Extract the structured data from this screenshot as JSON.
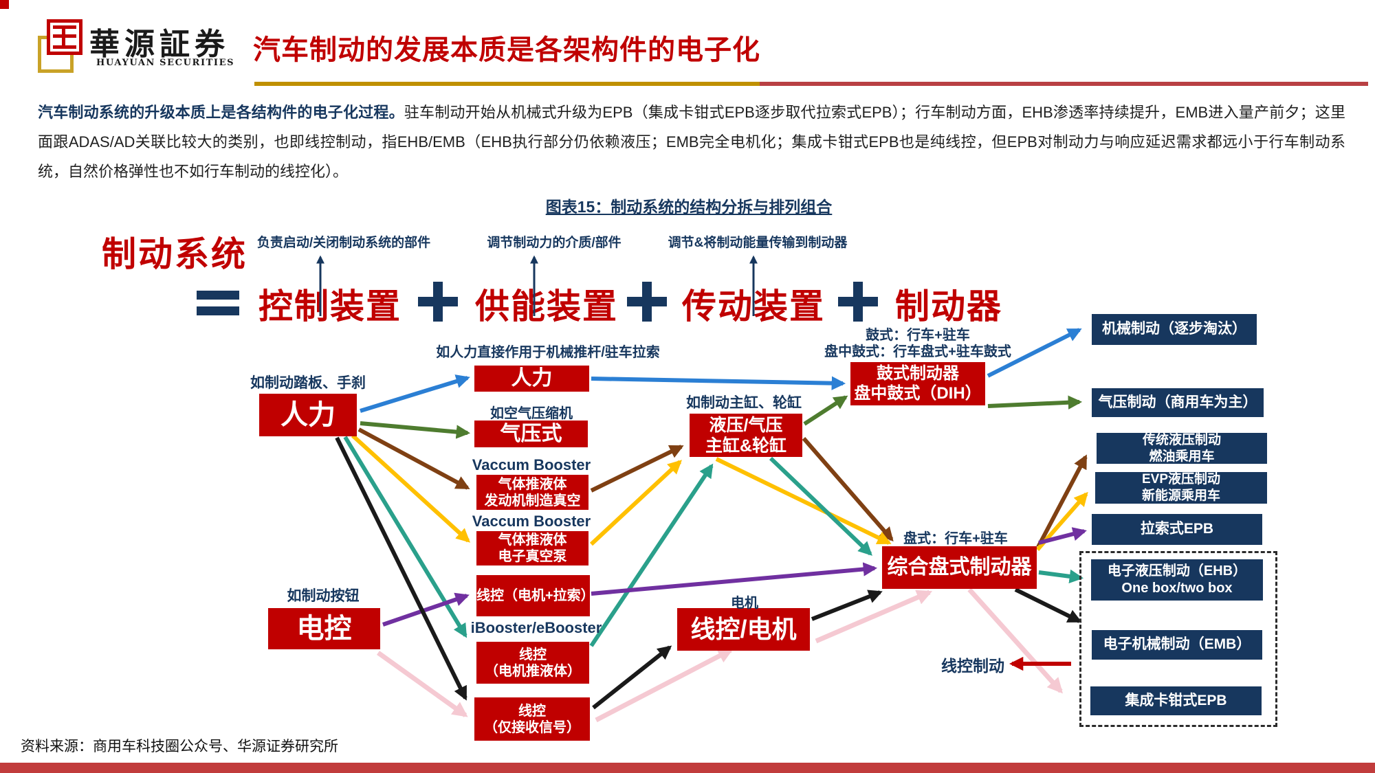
{
  "header": {
    "logo_cn": "華源証券",
    "logo_en": "HUAYUAN SECURITIES",
    "title": "汽车制动的发展本质是各架构件的电子化"
  },
  "intro": {
    "lead": "汽车制动系统的升级本质上是各结构件的电子化过程。",
    "body": "驻车制动开始从机械式升级为EPB（集成卡钳式EPB逐步取代拉索式EPB）；行车制动方面，EHB渗透率持续提升，EMB进入量产前夕；这里面跟ADAS/AD关联比较大的类别，也即线控制动，指EHB/EMB（EHB执行部分仍依赖液压；EMB完全电机化；集成卡钳式EPB也是纯线控，但EPB对制动力与响应延迟需求都远小于行车制动系统，自然价格弹性也不如行车制动的线控化）。"
  },
  "figure": {
    "caption": "图表15：制动系统的结构分拆与排列组合",
    "subject": "制动系统",
    "operators": {
      "equals": "=",
      "plus": "+"
    },
    "terms": [
      "控制装置",
      "供能装置",
      "传动装置",
      "制动器"
    ],
    "notes": [
      "负责启动/关闭制动系统的部件",
      "调节制动力的介质/部件",
      "调节&将制动能量传输到制动器"
    ],
    "nodes": {
      "ctrl_human": {
        "label": "人力",
        "note": "如制动踏板、手刹"
      },
      "ctrl_electric": {
        "label": "电控",
        "note": "如制动按钮"
      },
      "sup_human": {
        "label": "人力",
        "note": "如人力直接作用于机械推杆/驻车拉索"
      },
      "sup_air": {
        "label": "气压式",
        "note": "如空气压缩机"
      },
      "sup_vac_engine": {
        "label": "气体推液体\n发动机制造真空",
        "note": "Vaccum Booster"
      },
      "sup_vac_pump": {
        "label": "气体推液体\n电子真空泵",
        "note": "Vaccum Booster"
      },
      "sup_wire_cable": {
        "label": "线控（电机+拉索）"
      },
      "sup_wire_motor": {
        "label": "线控\n（电机推液体）",
        "note": "iBooster/eBooster"
      },
      "sup_wire_signal": {
        "label": "线控\n（仅接收信号）"
      },
      "trans_hydraulic": {
        "label": "液压/气压\n主缸&轮缸",
        "note": "如制动主缸、轮缸"
      },
      "trans_wire": {
        "label": "线控/电机",
        "note": "电机"
      },
      "brake_drum": {
        "label": "鼓式制动器\n盘中鼓式（DIH）",
        "note1": "鼓式：行车+驻车",
        "note2": "盘中鼓式：行车盘式+驻车鼓式"
      },
      "brake_disc": {
        "label": "综合盘式制动器",
        "note": "盘式：行车+驻车"
      },
      "out_mech": {
        "label": "机械制动（逐步淘汰）"
      },
      "out_air": {
        "label": "气压制动（商用车为主）"
      },
      "out_trad_hyd": {
        "label": "传统液压制动\n燃油乘用车"
      },
      "out_evp": {
        "label": "EVP液压制动\n新能源乘用车"
      },
      "out_cable_epb": {
        "label": "拉索式EPB"
      },
      "out_ehb": {
        "label": "电子液压制动（EHB）\nOne box/two box"
      },
      "out_emb": {
        "label": "电子机械制动（EMB）"
      },
      "out_caliper_epb": {
        "label": "集成卡钳式EPB"
      }
    },
    "wire_brake_label": "线控制动"
  },
  "source": "资料来源：商用车科技圈公众号、华源证券研究所",
  "colors": {
    "brand_red": "#C00000",
    "navy": "#17375E",
    "gold_rule": "#BF9000",
    "arrow_blue": "#2B7FD4",
    "arrow_green": "#4E7C2F",
    "arrow_brown": "#7F4013",
    "arrow_gold": "#FFC000",
    "arrow_teal": "#2AA08B",
    "arrow_purple": "#7030A0",
    "arrow_black": "#1A1A1A",
    "arrow_pink": "#F5C9D2",
    "arrow_red": "#C00000"
  }
}
